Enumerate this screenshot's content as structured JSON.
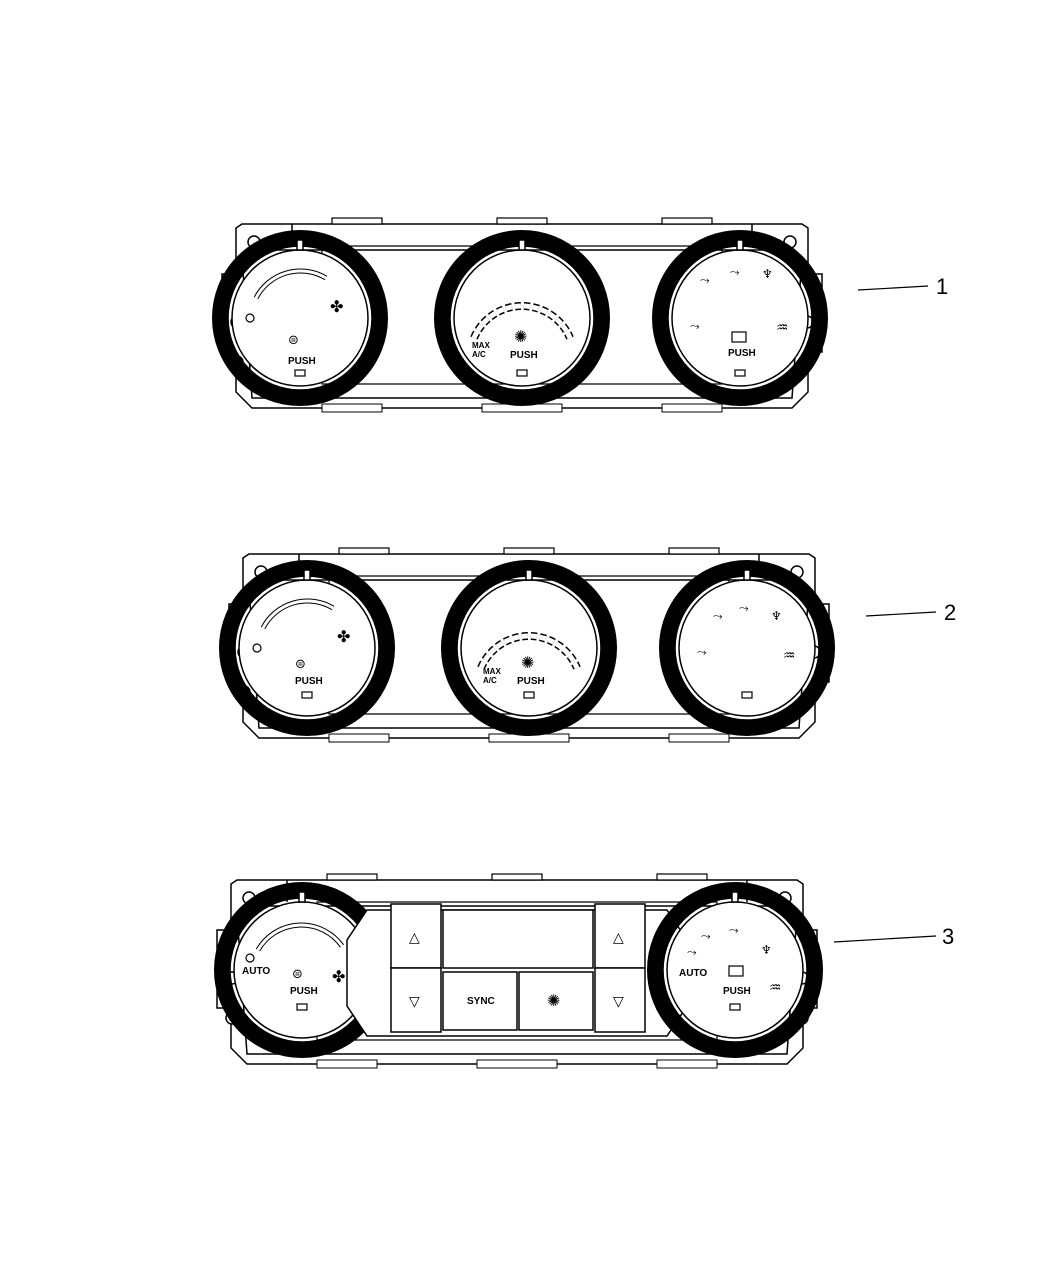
{
  "diagram": {
    "callouts": [
      "1",
      "2",
      "3"
    ],
    "panel1": {
      "left_knob": {
        "push": "PUSH",
        "fan_icon": "fan-icon",
        "recirc_icon": "recirculation-icon"
      },
      "center_knob": {
        "push": "PUSH",
        "max_ac": [
          "MAX",
          "A/C"
        ],
        "ac_icon": "snowflake-icon"
      },
      "right_knob": {
        "push": "PUSH",
        "mode_icons": [
          "panel-vent-icon",
          "bilevel-icon",
          "floor-icon",
          "mix-icon",
          "defrost-icon"
        ]
      }
    },
    "panel2": {
      "left_knob": {
        "push": "PUSH"
      },
      "center_knob": {
        "push": "PUSH",
        "max_ac": [
          "MAX",
          "A/C"
        ]
      },
      "right_knob": {}
    },
    "panel3": {
      "left_knob": {
        "auto": "AUTO",
        "push": "PUSH"
      },
      "buttons": {
        "sync": "SYNC",
        "up": "△",
        "down": "▽"
      },
      "right_knob": {
        "auto": "AUTO",
        "push": "PUSH"
      }
    }
  }
}
